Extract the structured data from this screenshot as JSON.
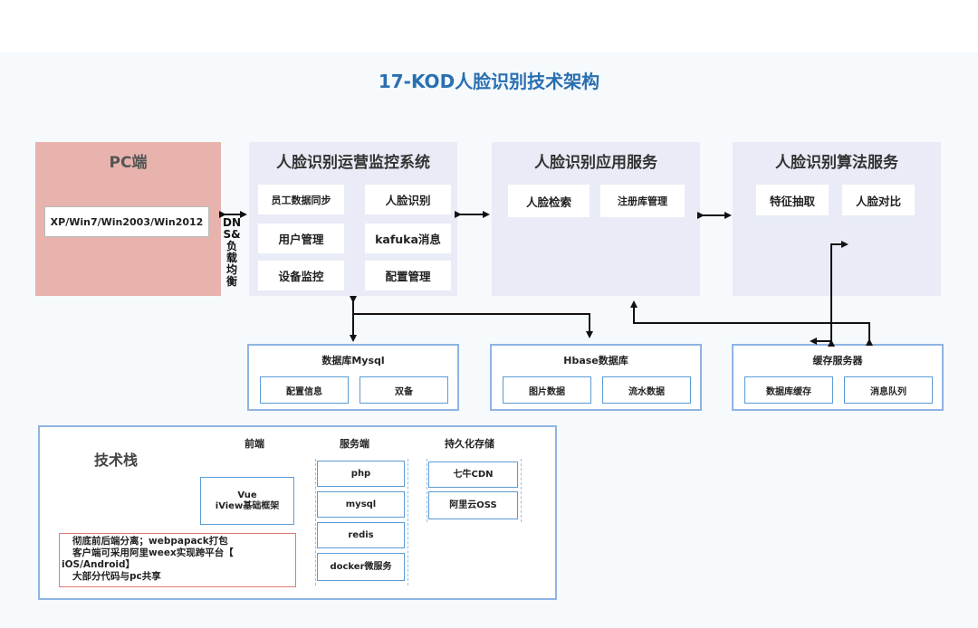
{
  "title": "17-KOD人脸识别技术架构",
  "pc": {
    "title": "PC端",
    "os": "XP/Win7/Win2003/Win2012"
  },
  "dns_label": "DNS&负载均衡",
  "monitor": {
    "title": "人脸识别运营监控系统",
    "items": [
      "员工数据同步",
      "人脸识别",
      "用户管理",
      "kafuka消息",
      "设备监控",
      "配置管理"
    ]
  },
  "app": {
    "title": "人脸识别应用服务",
    "items": [
      "人脸检索",
      "注册库管理"
    ]
  },
  "algo": {
    "title": "人脸识别算法服务",
    "items": [
      "特征抽取",
      "人脸对比"
    ]
  },
  "storage": [
    {
      "title": "数据库Mysql",
      "items": [
        "配置信息",
        "双备"
      ]
    },
    {
      "title": "Hbase数据库",
      "items": [
        "图片数据",
        "流水数据"
      ]
    },
    {
      "title": "缓存服务器",
      "items": [
        "数据库缓存",
        "消息队列"
      ]
    }
  ],
  "tech": {
    "title": "技术栈",
    "frontend": {
      "head": "前端",
      "items": [
        "Vue",
        "iView基础框架"
      ]
    },
    "server": {
      "head": "服务端",
      "items": [
        "php",
        "mysql",
        "redis",
        "docker微服务"
      ]
    },
    "persist": {
      "head": "持久化存储",
      "items": [
        "七牛CDN",
        "阿里云OSS"
      ]
    },
    "notes": [
      "彻底前后端分离；webpapack打包",
      "客户端可采用阿里weex实现跨平台【",
      "iOS/Android】",
      "大部分代码与pc共享"
    ]
  },
  "colors": {
    "title": "#2a6fb0",
    "pc_bg": "#e9b3ad",
    "panel_bg": "#e9ecf6",
    "border_blue": "#8fb4e3",
    "note_border": "#e07a7a"
  }
}
